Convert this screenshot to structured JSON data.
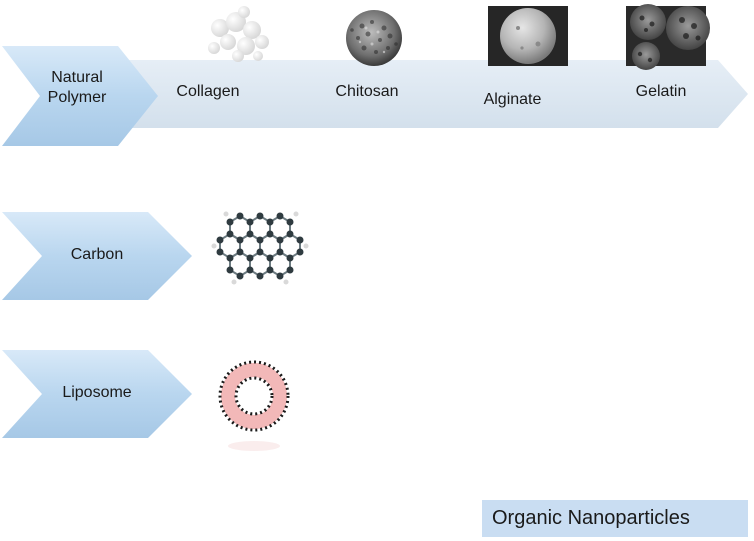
{
  "pipeline": {
    "root_label": "Natural Polymer",
    "root_label_line1": "Natural",
    "root_label_line2": "Polymer",
    "items": [
      {
        "label": "Collagen"
      },
      {
        "label": "Chitosan"
      },
      {
        "label": "Alginate"
      },
      {
        "label": "Gelatin"
      }
    ]
  },
  "carbon": {
    "label": "Carbon"
  },
  "liposome": {
    "label": "Liposome"
  },
  "category": {
    "label": "Organic Nanoparticles"
  },
  "colors": {
    "chevron_root": "#b9d6ef",
    "chevron_item": "#dde8f2",
    "category_box": "#c9ddf2",
    "liposome_ring": "#f2b8b8"
  },
  "icons": {
    "collagen": "collagen-particles-icon",
    "chitosan": "chitosan-porous-sphere-icon",
    "alginate": "alginate-bead-micrograph-icon",
    "gelatin": "gelatin-porous-spheres-icon",
    "carbon": "graphene-lattice-icon",
    "liposome": "liposome-bilayer-ring-icon"
  }
}
